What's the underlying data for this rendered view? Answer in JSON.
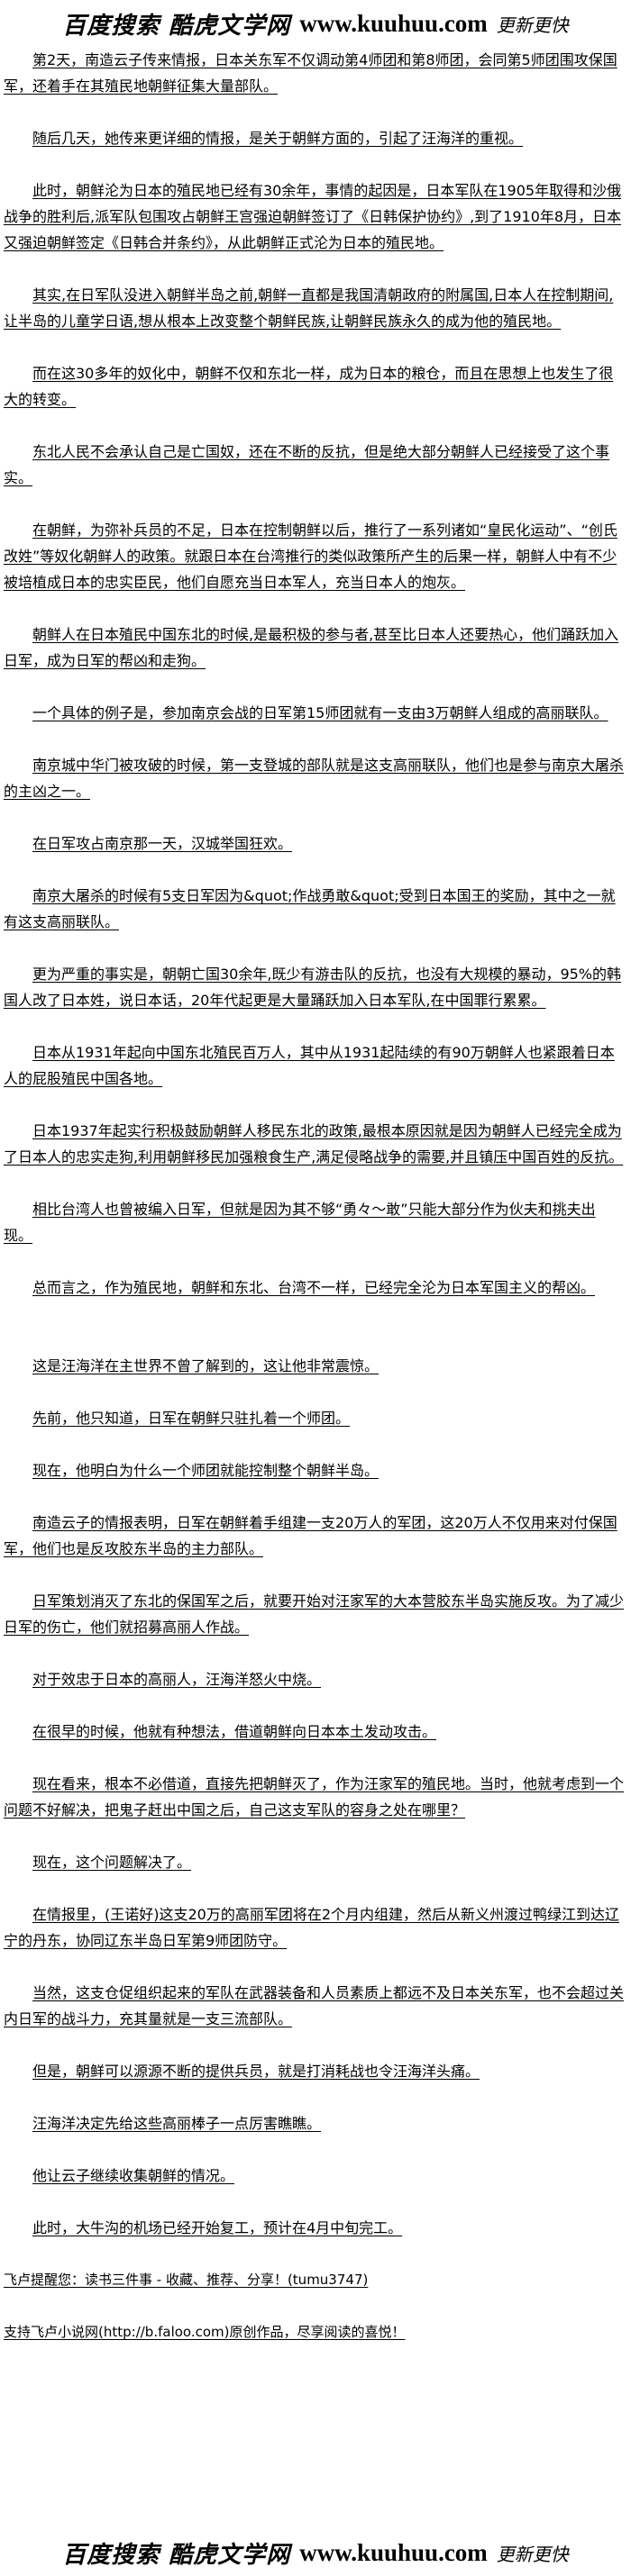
{
  "banner": {
    "search": "百度搜索",
    "site": "酷虎文学网",
    "url": "www.kuuhuu.com",
    "slogan": "更新更快"
  },
  "paragraphs": [
    "第2天，南造云子传来情报，日本关东军不仅调动第4师团和第8师团，会同第5师团围攻保国军，还着手在其殖民地朝鲜征集大量部队。",
    "随后几天，她传来更详细的情报，是关于朝鲜方面的，引起了汪海洋的重视。",
    "此时，朝鲜沦为日本的殖民地已经有30余年，事情的起因是，日本军队在1905年取得和沙俄战争的胜利后,派军队包围攻占朝鲜王宫强迫朝鲜签订了《日韩保护协约》,到了1910年8月，日本又强迫朝鲜签定《日韩合并条约》，从此朝鲜正式沦为日本的殖民地。",
    "其实,在日军队没进入朝鲜半岛之前,朝鲜一直都是我国清朝政府的附属国,日本人在控制期间,让半岛的儿童学日语,想从根本上改变整个朝鲜民族,让朝鲜民族永久的成为他的殖民地。",
    "而在这30多年的奴化中，朝鲜不仅和东北一样，成为日本的粮仓，而且在思想上也发生了很大的转变。",
    "东北人民不会承认自己是亡国奴，还在不断的反抗，但是绝大部分朝鲜人已经接受了这个事实。",
    "在朝鲜，为弥补兵员的不足，日本在控制朝鲜以后，推行了一系列诸如“皇民化运动”、“创氏改姓”等奴化朝鲜人的政策。就跟日本在台湾推行的类似政策所产生的后果一样，朝鲜人中有不少被培植成日本的忠实臣民，他们自愿充当日本军人，充当日本人的炮灰。",
    "朝鲜人在日本殖民中国东北的时候,是最积极的参与者,甚至比日本人还要热心，他们踊跃加入日军，成为日军的帮凶和走狗。",
    "一个具体的例子是，参加南京会战的日军第15师团就有一支由3万朝鲜人组成的高丽联队。",
    "南京城中华门被攻破的时候，第一支登城的部队就是这支高丽联队，他们也是参与南京大屠杀的主凶之一。",
    "在日军攻占南京那一天，汉城举国狂欢。",
    "南京大屠杀的时候有5支日军因为&quot;作战勇敢&quot;受到日本国王的奖励，其中之一就有这支高丽联队。",
    "更为严重的事实是，朝朝亡国30余年,既少有游击队的反抗，也没有大规模的暴动，95%的韩国人改了日本姓，说日本话，20年代起更是大量踊跃加入日本军队,在中国罪行累累。",
    "日本从1931年起向中国东北殖民百万人，其中从1931起陆续的有90万朝鲜人也紧跟着日本人的屁股殖民中国各地。",
    "日本1937年起实行积极鼓励朝鲜人移民东北的政策,最根本原因就是因为朝鲜人已经完全成为了日本人的忠实走狗,利用朝鲜移民加强粮食生产,满足侵略战争的需要,并且镇压中国百姓的反抗。",
    "相比台湾人也曾被编入日军，但就是因为其不够“勇々～敢”只能大部分作为伙夫和挑夫出现。",
    "总而言之，作为殖民地，朝鲜和东北、台湾不一样，已经完全沦为日本军国主义的帮凶。",
    "这是汪海洋在主世界不曾了解到的，这让他非常震惊。",
    "先前，他只知道，日军在朝鲜只驻扎着一个师团。",
    "现在，他明白为什么一个师团就能控制整个朝鲜半岛。",
    "南造云子的情报表明，日军在朝鲜着手组建一支20万人的军团，这20万人不仅用来对付保国军，他们也是反攻胶东半岛的主力部队。",
    "日军策划消灭了东北的保国军之后，就要开始对汪家军的大本营胶东半岛实施反攻。为了减少日军的伤亡，他们就招募高丽人作战。",
    "对于效忠于日本的高丽人，汪海洋怒火中烧。",
    "在很早的时候，他就有种想法，借道朝鲜向日本本土发动攻击。",
    "现在看来，根本不必借道，直接先把朝鲜灭了，作为汪家军的殖民地。当时，他就考虑到一个问题不好解决，把鬼子赶出中国之后，自己这支军队的容身之处在哪里？",
    "现在，这个问题解决了。",
    "在情报里，(王诺好)这支20万的高丽军团将在2个月内组建，然后从新义州渡过鸭绿江到达辽宁的丹东，协同辽东半岛日军第9师团防守。",
    "当然，这支仓促组织起来的军队在武器装备和人员素质上都远不及日本关东军，也不会超过关内日军的战斗力，充其量就是一支三流部队。",
    "但是，朝鲜可以源源不断的提供兵员，就是打消耗战也令汪海洋头痛。",
    "汪海洋决定先给这些高丽棒子一点厉害瞧瞧。",
    "他让云子继续收集朝鲜的情况。",
    "此时，大牛沟的机场已经开始复工，预计在4月中旬完工。"
  ],
  "footer": {
    "reminder": "飞卢提醒您：读书三件事 - 收藏、推荐、分享！(tumu3747)",
    "support": "支持飞卢小说网(http://b.faloo.com)原创作品，尽享阅读的喜悦！"
  }
}
